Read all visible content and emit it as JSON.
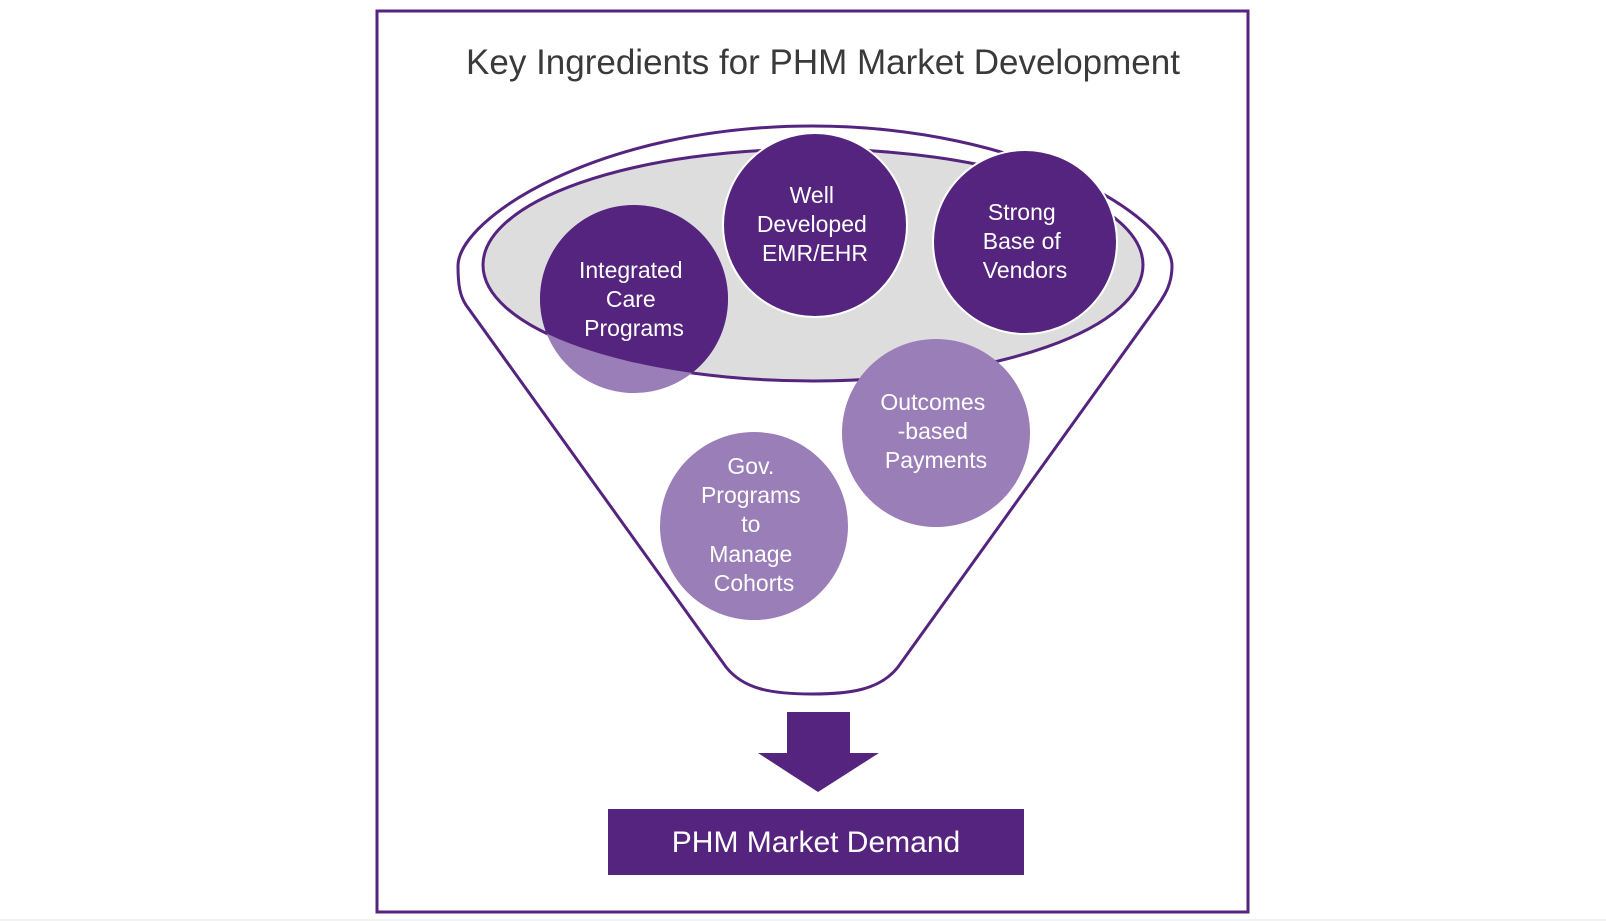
{
  "title": "Key Ingredients for PHM Market Development",
  "colors": {
    "border": "#55247f",
    "funnel_stroke": "#55247f",
    "funnel_top_fill": "#dddddd",
    "dark_purple": "#55247f",
    "light_purple": "#9a7eb8",
    "text_white": "#ffffff",
    "title_text": "#3a3a3a"
  },
  "ingredients": [
    {
      "name": "integrated-care-programs",
      "shade": "dark",
      "lines": [
        "Integrated",
        "Care",
        "Programs"
      ]
    },
    {
      "name": "well-developed-emr-ehr",
      "shade": "dark",
      "lines": [
        "Well",
        "Developed",
        "EMR/EHR"
      ]
    },
    {
      "name": "strong-base-of-vendors",
      "shade": "dark",
      "lines": [
        "Strong",
        "Base of",
        "Vendors"
      ]
    },
    {
      "name": "outcomes-based-payments",
      "shade": "light",
      "lines": [
        "Outcomes",
        "-based",
        "Payments"
      ]
    },
    {
      "name": "gov-programs-to-manage-cohorts",
      "shade": "light",
      "lines": [
        "Gov.",
        "Programs",
        "to",
        "Manage",
        "Cohorts"
      ]
    }
  ],
  "result": {
    "label": "PHM Market Demand"
  },
  "icons": {
    "arrow": "down-arrow-icon"
  }
}
